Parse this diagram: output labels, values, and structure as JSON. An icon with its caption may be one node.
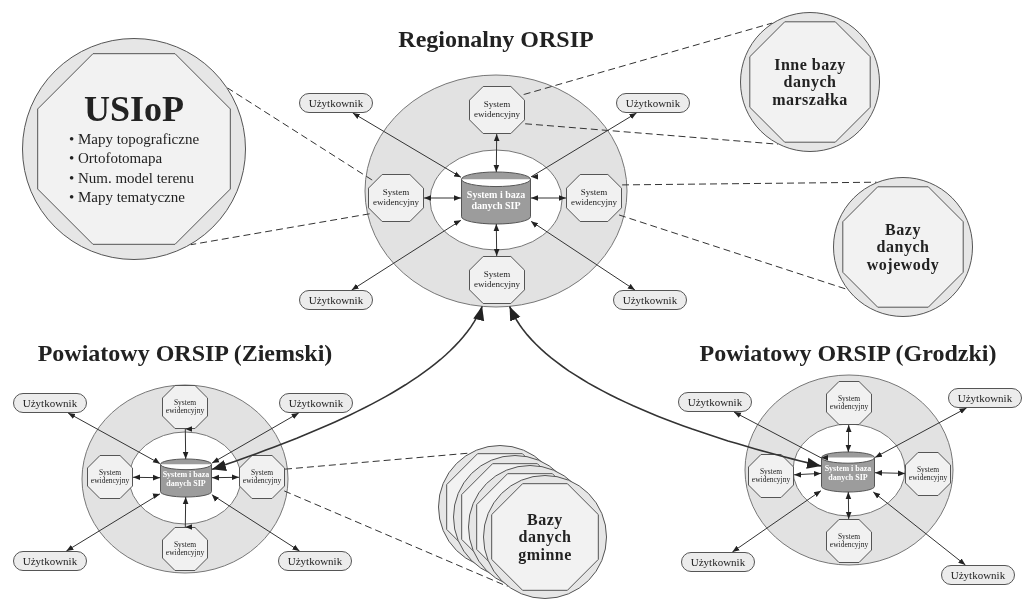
{
  "diagram": {
    "nodes": [
      {
        "text": [
          "USIoP",
          "• Mapy topograficzne",
          "• Ortofotomapa",
          "• Num. model terenu",
          "• Mapy tematyczne"
        ]
      },
      {
        "text": [
          "Regionalny ORSIP"
        ]
      },
      {
        "text": [
          "System ewidencyjny"
        ],
        "in": 1
      },
      {
        "text": [
          "System ewidencyjny"
        ],
        "in": 1
      },
      {
        "text": [
          "System i baza danych SIP"
        ],
        "in": 1
      },
      {
        "text": [
          "System ewidencyjny"
        ],
        "in": 1
      },
      {
        "text": [
          "System ewidencyjny"
        ],
        "in": 1
      },
      {
        "text": [
          "Użytkownik"
        ]
      },
      {
        "text": [
          "Użytkownik"
        ]
      },
      {
        "text": [
          "Użytkownik"
        ]
      },
      {
        "text": [
          "Użytkownik"
        ]
      },
      {
        "text": [
          "Inne bazy danych marszałka"
        ]
      },
      {
        "text": [
          "Bazy danych wojewody"
        ]
      },
      {
        "text": [
          "Powiatowy ORSIP (Ziemski)"
        ]
      },
      {
        "text": [
          "System ewidencyjny"
        ],
        "in": 13
      },
      {
        "text": [
          "System ewidencyjny"
        ],
        "in": 13
      },
      {
        "text": [
          "System i baza danych SIP"
        ],
        "in": 13
      },
      {
        "text": [
          "System ewidencyjny"
        ],
        "in": 13
      },
      {
        "text": [
          "System ewidencyjny"
        ],
        "in": 13
      },
      {
        "text": [
          "Użytkownik"
        ]
      },
      {
        "text": [
          "Użytkownik"
        ]
      },
      {
        "text": [
          "Użytkownik"
        ]
      },
      {
        "text": [
          "Użytkownik"
        ]
      },
      {
        "text": [
          "Powiatowy ORSIP (Grodzki)"
        ]
      },
      {
        "text": [
          "System ewidencyjny"
        ],
        "in": 23
      },
      {
        "text": [
          "System ewidencyjny"
        ],
        "in": 23
      },
      {
        "text": [
          "System i baza danych SIP"
        ],
        "in": 23
      },
      {
        "text": [
          "System ewidencyjny"
        ],
        "in": 23
      },
      {
        "text": [
          "System ewidencyjny"
        ],
        "in": 23
      },
      {
        "text": [
          "Użytkownik"
        ]
      },
      {
        "text": [
          "Użytkownik"
        ]
      },
      {
        "text": [
          "Użytkownik"
        ]
      },
      {
        "text": [
          "Użytkownik"
        ]
      },
      {
        "text": [
          "Bazy danych gminne"
        ]
      }
    ],
    "edges": [
      {
        "from": 2,
        "to": 4,
        "arrow": "both"
      },
      {
        "from": 3,
        "to": 4,
        "arrow": "both"
      },
      {
        "from": 5,
        "to": 4,
        "arrow": "both"
      },
      {
        "from": 6,
        "to": 4,
        "arrow": "both"
      },
      {
        "from": 4,
        "to": 7,
        "arrow": "both"
      },
      {
        "from": 4,
        "to": 8,
        "arrow": "both"
      },
      {
        "from": 4,
        "to": 9,
        "arrow": "both"
      },
      {
        "from": 4,
        "to": 10,
        "arrow": "both"
      },
      {
        "from": 14,
        "to": 16,
        "arrow": "both"
      },
      {
        "from": 15,
        "to": 16,
        "arrow": "both"
      },
      {
        "from": 17,
        "to": 16,
        "arrow": "both"
      },
      {
        "from": 18,
        "to": 16,
        "arrow": "both"
      },
      {
        "from": 16,
        "to": 19,
        "arrow": "both"
      },
      {
        "from": 16,
        "to": 20,
        "arrow": "both"
      },
      {
        "from": 16,
        "to": 21,
        "arrow": "both"
      },
      {
        "from": 16,
        "to": 22,
        "arrow": "both"
      },
      {
        "from": 24,
        "to": 26,
        "arrow": "both"
      },
      {
        "from": 25,
        "to": 26,
        "arrow": "both"
      },
      {
        "from": 27,
        "to": 26,
        "arrow": "both"
      },
      {
        "from": 28,
        "to": 26,
        "arrow": "both"
      },
      {
        "from": 26,
        "to": 29,
        "arrow": "both"
      },
      {
        "from": 26,
        "to": 30,
        "arrow": "both"
      },
      {
        "from": 26,
        "to": 31,
        "arrow": "both"
      },
      {
        "from": 26,
        "to": 32,
        "arrow": "both"
      },
      {
        "from": 2,
        "to": 11,
        "arrow": "none",
        "style": "dashed"
      },
      {
        "from": 2,
        "to": 11,
        "arrow": "none",
        "style": "dashed"
      },
      {
        "from": 5,
        "to": 12,
        "arrow": "none",
        "style": "dashed"
      },
      {
        "from": 5,
        "to": 12,
        "arrow": "none",
        "style": "dashed"
      },
      {
        "from": 3,
        "to": 0,
        "arrow": "none",
        "style": "dashed"
      },
      {
        "from": 3,
        "to": 0,
        "arrow": "none",
        "style": "dashed"
      },
      {
        "from": 17,
        "to": 33,
        "arrow": "none",
        "style": "dashed"
      },
      {
        "from": 17,
        "to": 33,
        "arrow": "none",
        "style": "dashed"
      },
      {
        "from": 16,
        "to": 1,
        "arrow": "both"
      },
      {
        "from": 26,
        "to": 1,
        "arrow": "both"
      }
    ]
  }
}
